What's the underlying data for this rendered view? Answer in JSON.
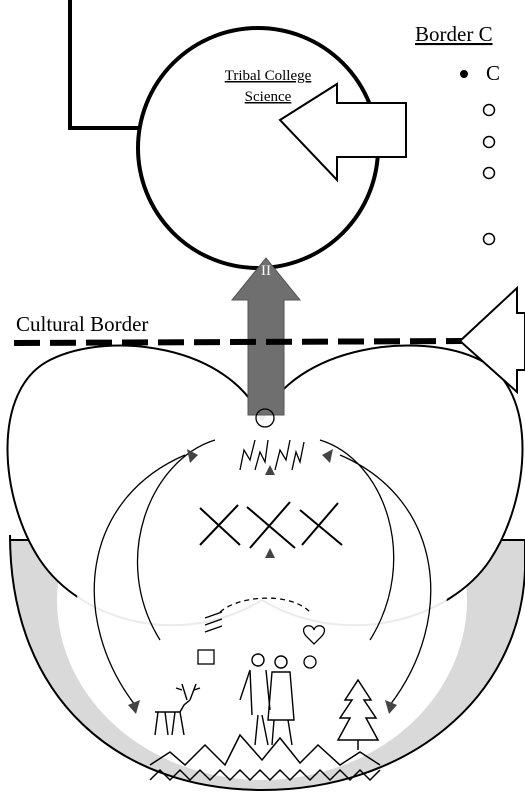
{
  "labels": {
    "tribal_college_line1": "Tribal College",
    "tribal_college_line2": "Science",
    "cultural_border": "Cultural Border",
    "border_crossing_heading": "Border C",
    "bullet_letter": "C",
    "arrow_numeral": "II"
  },
  "icons": {
    "bullet": "filled-circle",
    "sub_bullet": "open-circle"
  },
  "colors": {
    "line": "#000000",
    "vertical_arrow": "#6f6f6f",
    "earth_shadow": "#d9d9d9",
    "background": "#ffffff"
  }
}
